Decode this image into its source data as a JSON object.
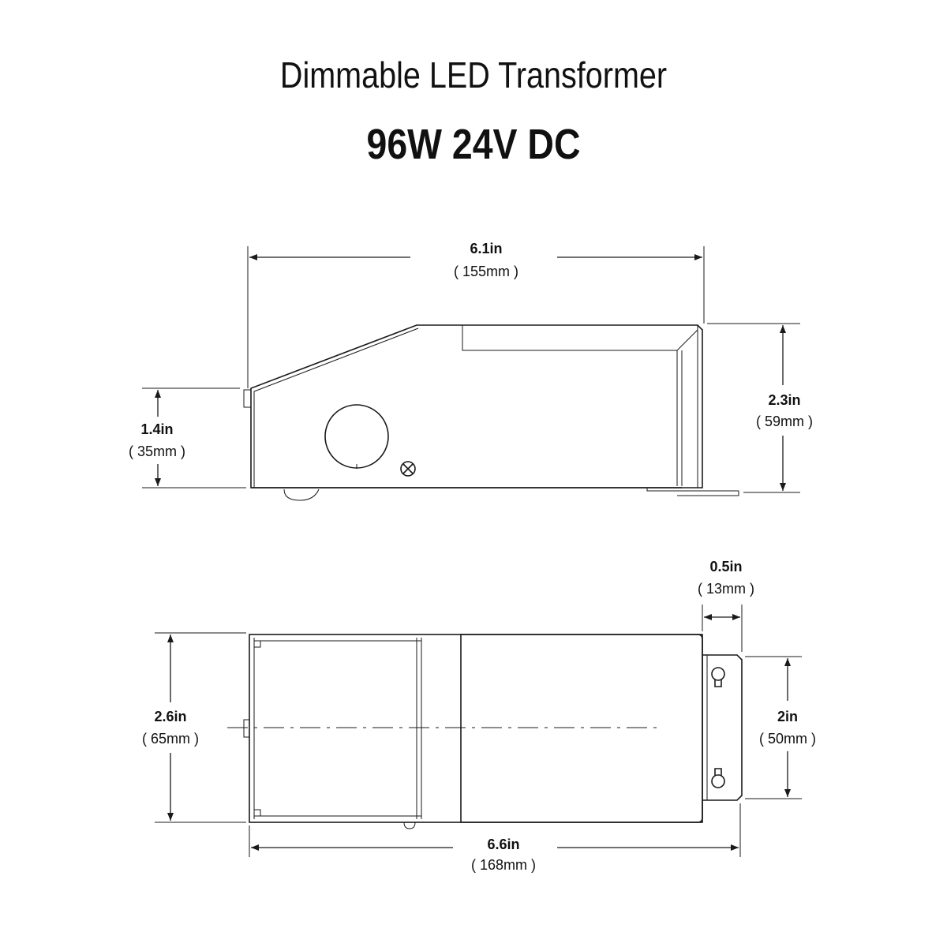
{
  "title": "Dimmable LED Transformer",
  "subtitle": "96W 24V DC",
  "side_view": {
    "width": {
      "value": "6.1in",
      "mm": "( 155mm )"
    },
    "height_total": {
      "value": "2.3in",
      "mm": "( 59mm )"
    },
    "height_front": {
      "value": "1.4in",
      "mm": "( 35mm )"
    }
  },
  "top_view": {
    "width": {
      "value": "2.6in",
      "mm": "( 65mm )"
    },
    "length": {
      "value": "6.6in",
      "mm": "( 168mm )"
    },
    "bracket": {
      "value": "0.5in",
      "mm": "( 13mm )"
    },
    "mount_spacing": {
      "value": "2in",
      "mm": "( 50mm )"
    }
  }
}
